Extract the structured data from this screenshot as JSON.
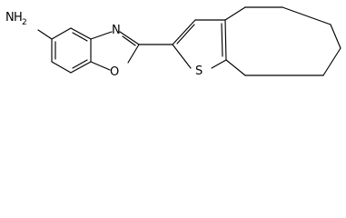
{
  "molecule": {
    "atoms": {
      "amine": {
        "element": "N",
        "hydrogens": "2",
        "text": "H"
      },
      "oxazole_nitrogen": {
        "element": "N"
      },
      "oxazole_oxygen": {
        "element": "O"
      },
      "thiophene_sulfur": {
        "element": "S"
      }
    }
  }
}
